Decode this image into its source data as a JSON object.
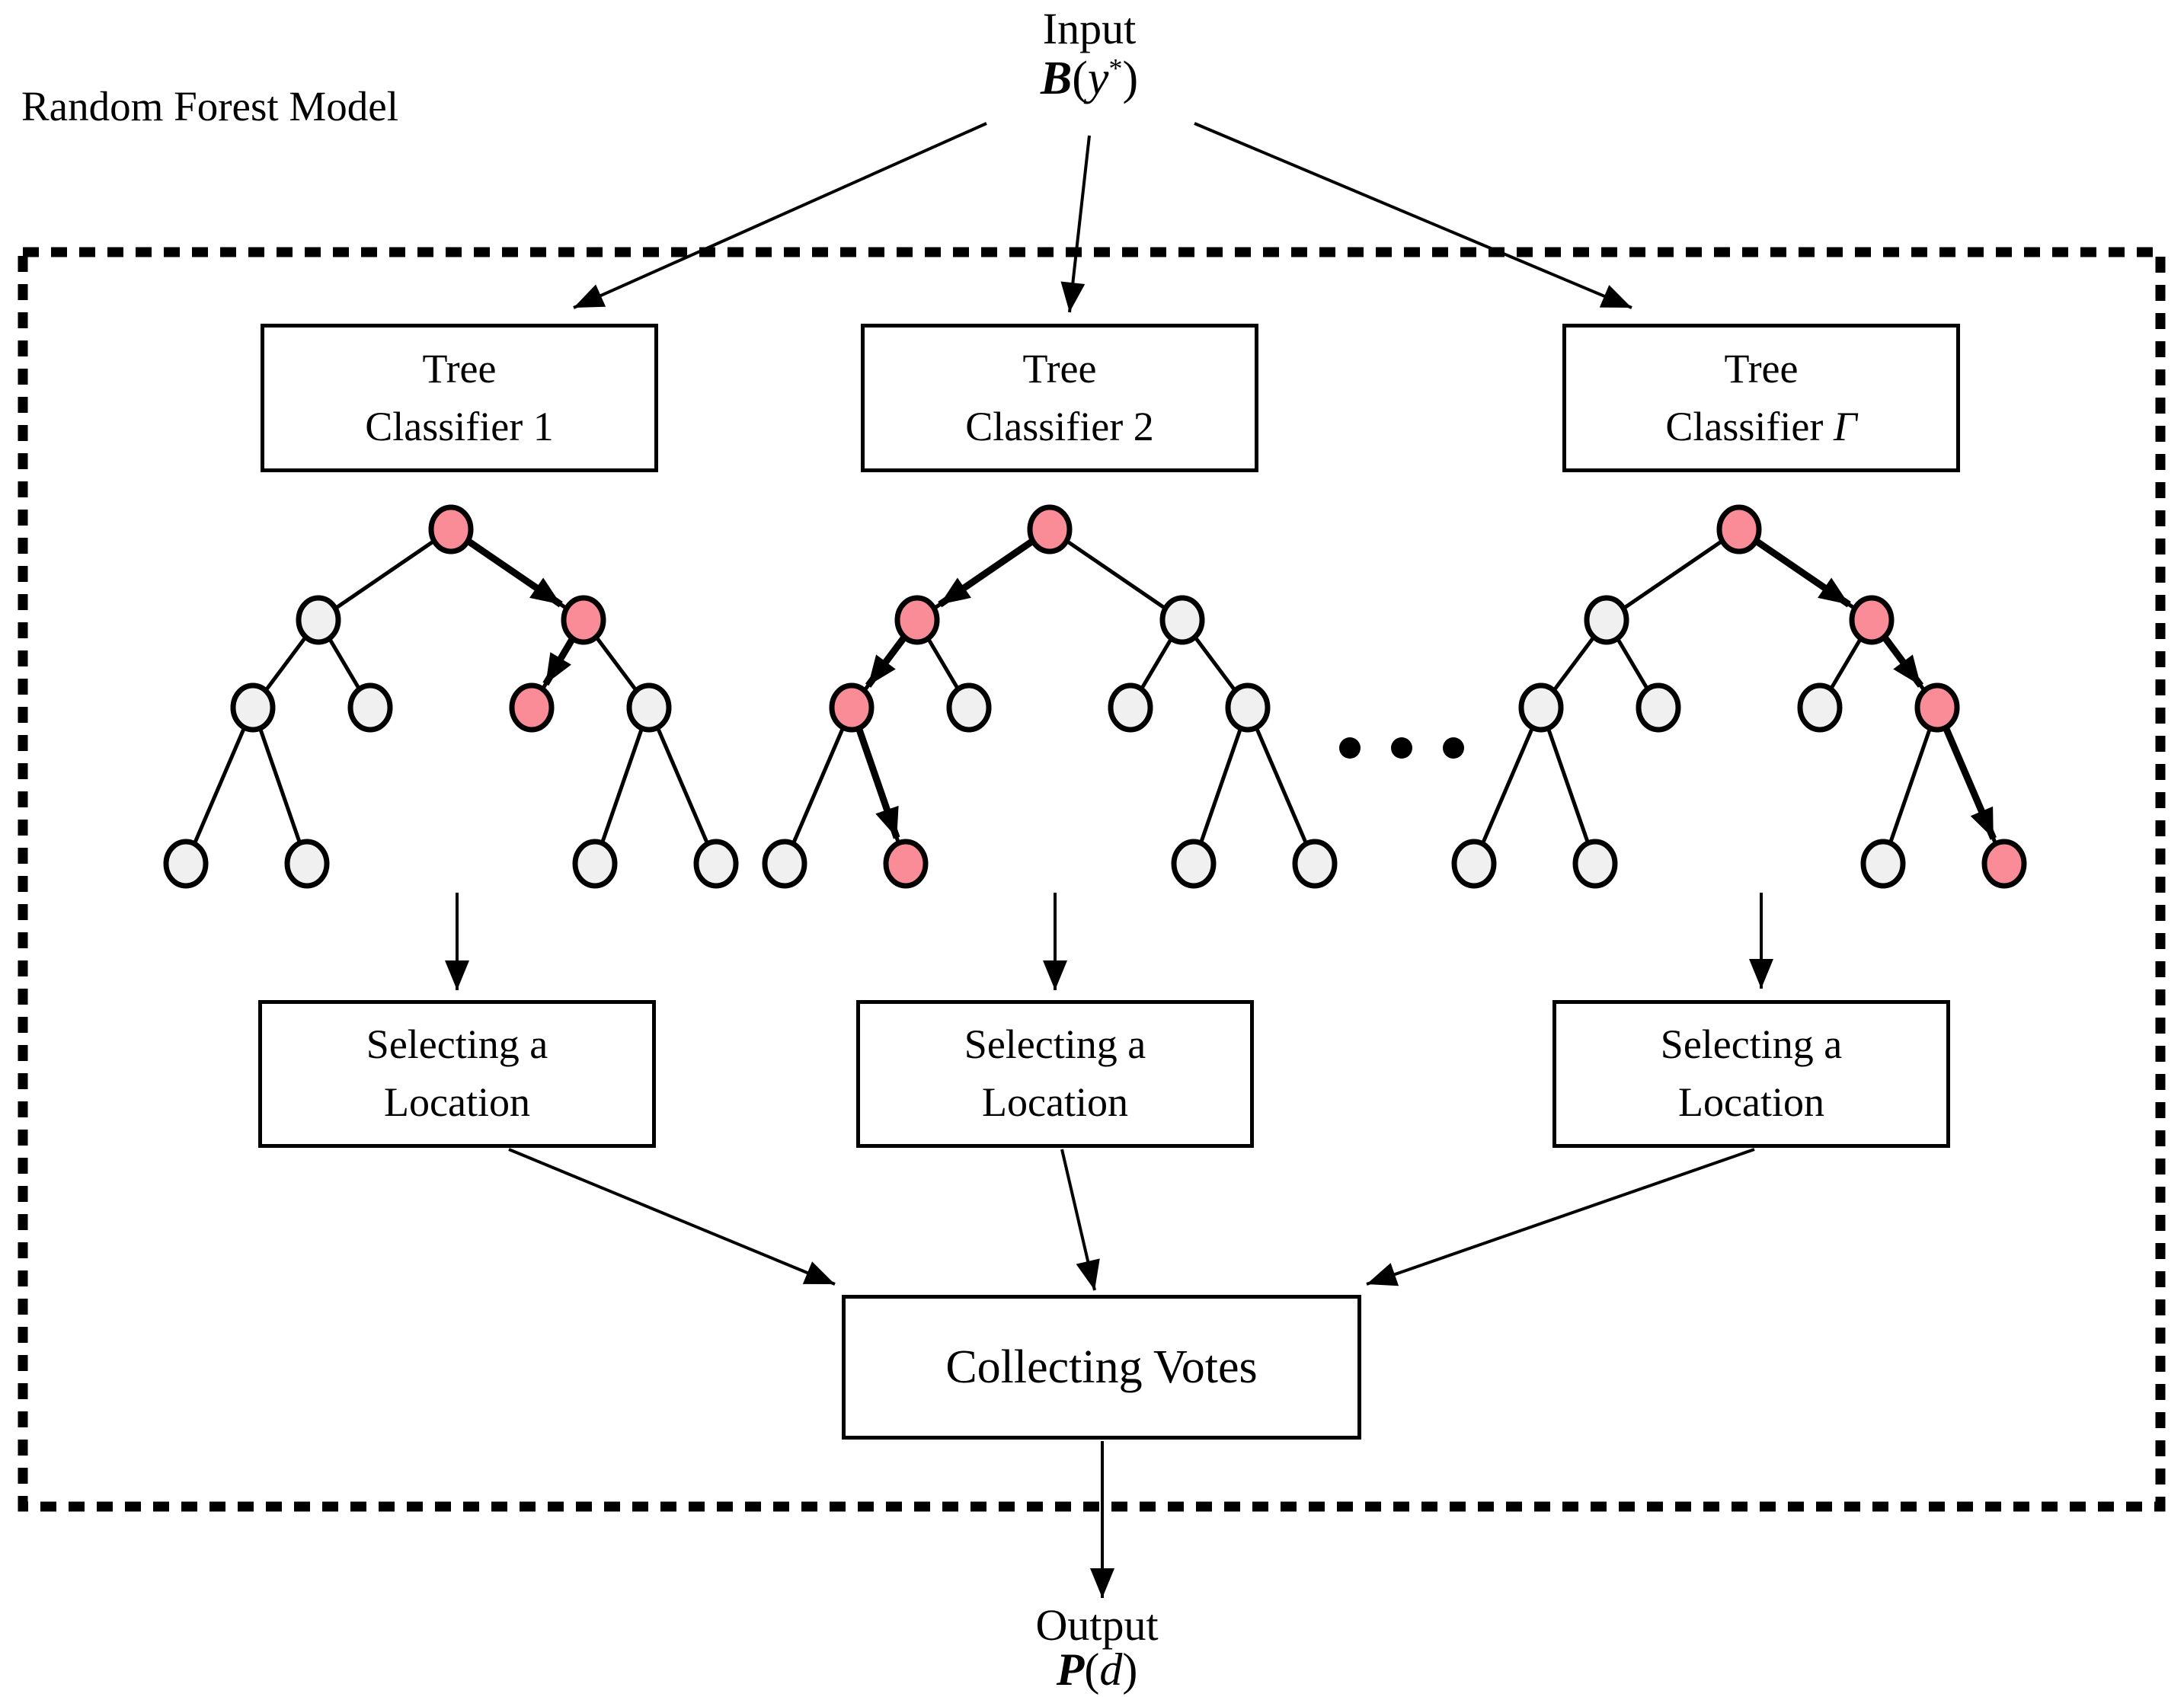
{
  "input": {
    "label": "Input",
    "formula": {
      "func": "B",
      "open": "(",
      "var": "y",
      "sup": "*",
      "close": ")"
    }
  },
  "model": {
    "label": "Random Forest Model"
  },
  "classifiers": [
    {
      "line1": "Tree",
      "line2_prefix": "Classifier 1",
      "line2_symbol": ""
    },
    {
      "line1": "Tree",
      "line2_prefix": "Classifier 2",
      "line2_symbol": ""
    },
    {
      "line1": "Tree",
      "line2_prefix": "Classifier ",
      "line2_symbol": "Γ"
    }
  ],
  "selecting_boxes": [
    {
      "line1": "Selecting a",
      "line2": "Location"
    },
    {
      "line1": "Selecting a",
      "line2": "Location"
    },
    {
      "line1": "Selecting a",
      "line2": "Location"
    }
  ],
  "collecting": {
    "label": "Collecting Votes"
  },
  "output": {
    "label": "Output",
    "formula": {
      "func": "P",
      "open": "(",
      "var": "d",
      "close": ")"
    }
  },
  "ellipsis": {
    "count": 3
  },
  "colors": {
    "highlight": "#F98C96",
    "node_default": "#F0F0F0",
    "stroke": "#000000",
    "background": "#FFFFFF"
  },
  "trees": [
    {
      "name": "tree-classifier-1",
      "highlighted_nodes": [
        "root",
        "r",
        "rl"
      ],
      "decision_path": [
        [
          "root",
          "r"
        ],
        [
          "r",
          "rl"
        ]
      ]
    },
    {
      "name": "tree-classifier-2",
      "highlighted_nodes": [
        "root",
        "l",
        "ll",
        "llr"
      ],
      "decision_path": [
        [
          "root",
          "l"
        ],
        [
          "l",
          "ll"
        ],
        [
          "ll",
          "llr"
        ]
      ]
    },
    {
      "name": "tree-classifier-3",
      "highlighted_nodes": [
        "root",
        "r",
        "rr",
        "rrr"
      ],
      "decision_path": [
        [
          "root",
          "r"
        ],
        [
          "r",
          "rr"
        ],
        [
          "rr",
          "rrr"
        ]
      ]
    }
  ]
}
